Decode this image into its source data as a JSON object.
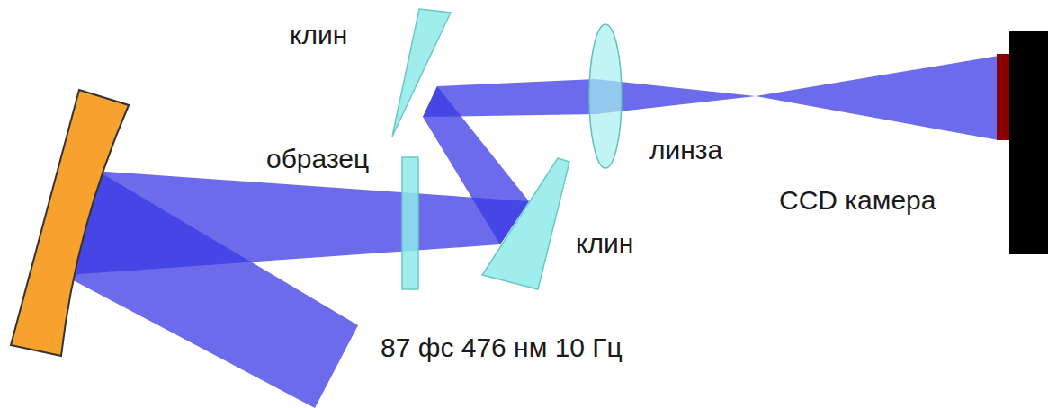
{
  "diagram": {
    "labels": [
      "клин",
      "образец",
      "линза",
      "CCD камера",
      "клин",
      "87 фс 476 нм 10 Гц"
    ]
  }
}
